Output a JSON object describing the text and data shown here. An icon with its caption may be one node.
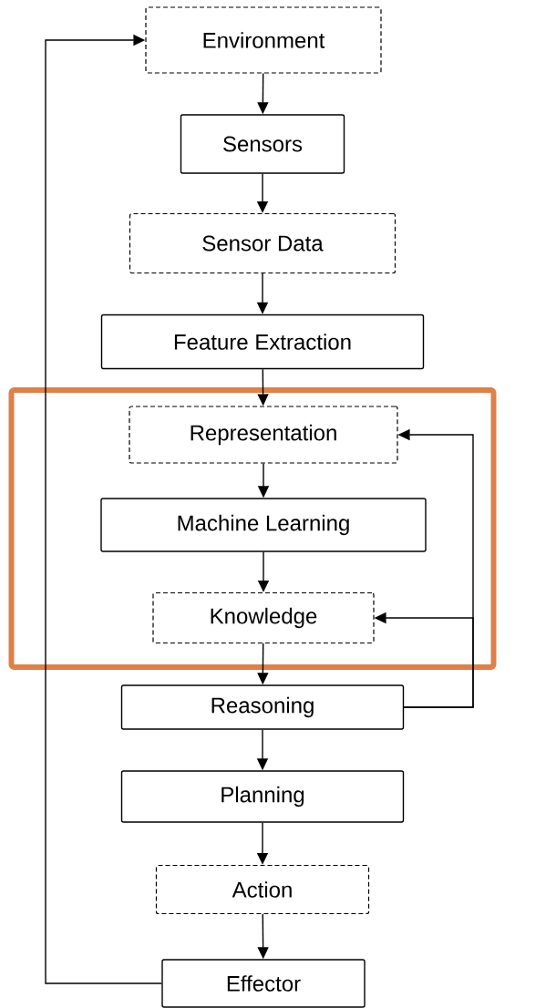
{
  "diagram": {
    "nodes": [
      {
        "text": [
          "Environment"
        ]
      },
      {
        "text": [
          "Sensors"
        ]
      },
      {
        "text": [
          "Sensor Data"
        ]
      },
      {
        "text": [
          "Feature Extraction"
        ]
      },
      {
        "text": [],
        "shape": "box"
      },
      {
        "text": [
          "Representation"
        ],
        "in": 4
      },
      {
        "text": [
          "Machine Learning"
        ],
        "in": 4
      },
      {
        "text": [
          "Knowledge"
        ],
        "in": 4
      },
      {
        "text": [
          "Reasoning"
        ]
      },
      {
        "text": [
          "Planning"
        ]
      },
      {
        "text": [
          "Action"
        ]
      },
      {
        "text": [
          "Effector"
        ]
      }
    ],
    "edges": [
      {
        "from": 0,
        "to": 1,
        "arrow": "to"
      },
      {
        "from": 1,
        "to": 2,
        "arrow": "to"
      },
      {
        "from": 2,
        "to": 3,
        "arrow": "to"
      },
      {
        "from": 3,
        "to": 5,
        "arrow": "to"
      },
      {
        "from": 5,
        "to": 6,
        "arrow": "to"
      },
      {
        "from": 6,
        "to": 7,
        "arrow": "to"
      },
      {
        "from": 7,
        "to": 8,
        "arrow": "to"
      },
      {
        "from": 8,
        "to": 9,
        "arrow": "to"
      },
      {
        "from": 9,
        "to": 10,
        "arrow": "to"
      },
      {
        "from": 10,
        "to": 11,
        "arrow": "to"
      },
      {
        "from": 11,
        "to": 0,
        "arrow": "to"
      },
      {
        "from": 8,
        "to": 5,
        "arrow": "to"
      },
      {
        "from": 8,
        "to": 7,
        "arrow": "to"
      }
    ]
  }
}
